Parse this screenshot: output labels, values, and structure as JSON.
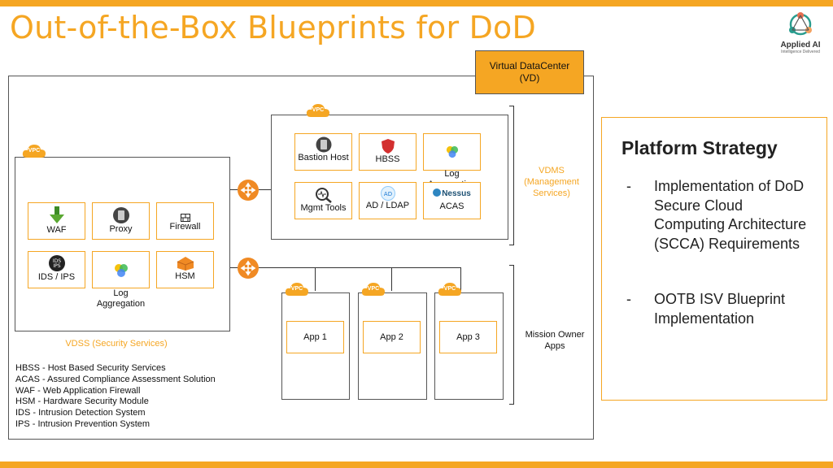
{
  "header": {
    "title": "Out-of-the-Box Blueprints for DoD",
    "logo_brand": "Applied AI",
    "logo_tagline": "Intelligence Delivered",
    "accent_color": "#f5a623"
  },
  "diagram": {
    "virtual_datacenter": "Virtual DataCenter\n(VD)",
    "vpc_label": "VPC",
    "vdss": {
      "label": "VDSS (Security Services)",
      "components": [
        {
          "label": "WAF",
          "icon": "waf-icon"
        },
        {
          "label": "Proxy",
          "icon": "proxy-icon"
        },
        {
          "label": "Firewall",
          "icon": "firewall-icon"
        },
        {
          "label": "IDS / IPS",
          "icon": "ids-ips-icon"
        },
        {
          "label": "Log\nAggregation",
          "icon": "log-aggregation-icon"
        },
        {
          "label": "HSM",
          "icon": "hsm-icon"
        }
      ]
    },
    "vdms": {
      "label": "VDMS\n(Management\nServices)",
      "components": [
        {
          "label": "Bastion Host",
          "icon": "bastion-host-icon"
        },
        {
          "label": "HBSS",
          "icon": "shield-icon"
        },
        {
          "label": "Log\nAggregation",
          "icon": "log-aggregation-icon"
        },
        {
          "label": "Mgmt Tools",
          "icon": "mgmt-tools-icon"
        },
        {
          "label": "AD / LDAP",
          "icon": "ad-ldap-icon"
        },
        {
          "label": "ACAS",
          "icon": "nessus-icon",
          "icon_text": "Nessus"
        }
      ]
    },
    "mission_owner": {
      "label": "Mission Owner\nApps",
      "apps": [
        "App 1",
        "App 2",
        "App 3"
      ]
    }
  },
  "legend": [
    "HBSS - Host Based Security Services",
    "ACAS - Assured Compliance Assessment Solution",
    "WAF - Web Application Firewall",
    "HSM - Hardware Security Module",
    "IDS - Intrusion Detection System",
    "IPS - Intrusion Prevention System"
  ],
  "strategy": {
    "title": "Platform Strategy",
    "bullets": [
      "Implementation of DoD Secure Cloud Computing Architecture (SCCA) Requirements",
      "OOTB ISV Blueprint Implementation"
    ],
    "dash": "-"
  }
}
